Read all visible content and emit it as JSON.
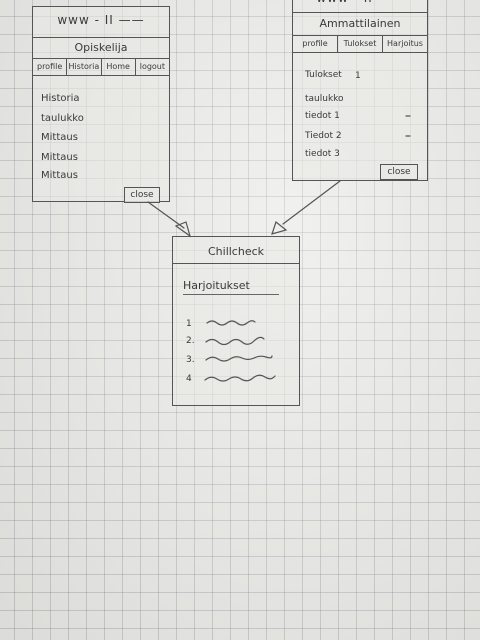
{
  "left_wireframe": {
    "url": "www - II ——",
    "title": "Opiskelija",
    "tabs": [
      "profile",
      "Historia",
      "Home",
      "logout"
    ],
    "items": [
      "Historia",
      "taulukko",
      "Mittaus",
      "Mittaus",
      "Mittaus"
    ],
    "close_label": "close"
  },
  "right_wireframe": {
    "url": "www - II ——",
    "title": "Ammattilainen",
    "tabs": [
      "profile",
      "Tulokset",
      "Harjoitus"
    ],
    "items": [
      {
        "label": "Tulokset",
        "value": "1"
      },
      {
        "label": "taulukko",
        "value": ""
      },
      {
        "label": "tiedot 1",
        "value": ""
      },
      {
        "label": "Tiedot 2",
        "value": ""
      },
      {
        "label": "tiedot 3",
        "value": ""
      }
    ],
    "close_label": "close"
  },
  "center_wireframe": {
    "title": "Chillcheck",
    "heading": "Harjoitukset",
    "numbers": [
      "1",
      "2.",
      "3.",
      "4"
    ]
  }
}
